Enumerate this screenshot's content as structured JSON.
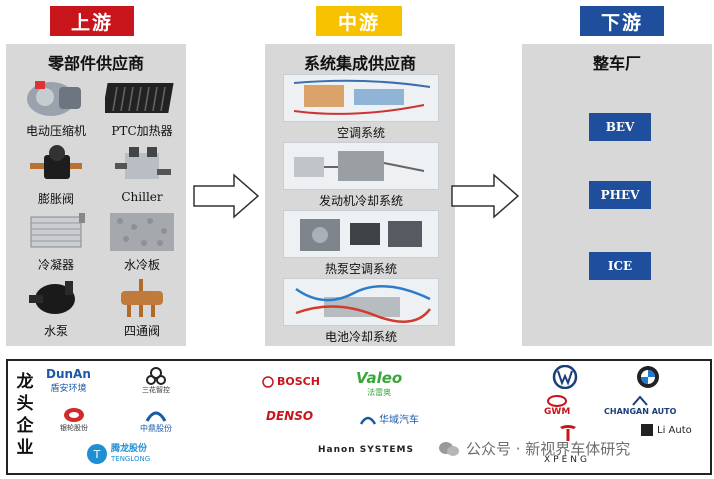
{
  "stages": {
    "upstream": "上游",
    "midstream": "中游",
    "downstream": "下游"
  },
  "upstream": {
    "title": "零部件供应商",
    "parts": [
      "电动压缩机",
      "PTC加热器",
      "膨胀阀",
      "Chiller",
      "冷凝器",
      "水冷板",
      "水泵",
      "四通阀"
    ]
  },
  "midstream": {
    "title": "系统集成供应商",
    "systems": [
      "空调系统",
      "发动机冷却系统",
      "热泵空调系统",
      "电池冷却系统"
    ]
  },
  "downstream": {
    "title": "整车厂",
    "vehicles": [
      "BEV",
      "PHEV",
      "ICE"
    ]
  },
  "leaders": {
    "label": "龙头企业",
    "upstream_logos": [
      "DunAn",
      "盾安环境",
      "三花智控",
      "银轮股份",
      "中鼎股份",
      "腾龙股份",
      "TENGLONG"
    ],
    "mid_logos": [
      "BOSCH",
      "Valeo",
      "法雷奥",
      "DENSO",
      "华域汽车",
      "Hanon SYSTEMS"
    ],
    "oem_logos": [
      "GWM",
      "CHANGAN AUTO",
      "Li Auto",
      "XPENG"
    ]
  },
  "watermark": "公众号 · 新视界车体研究"
}
